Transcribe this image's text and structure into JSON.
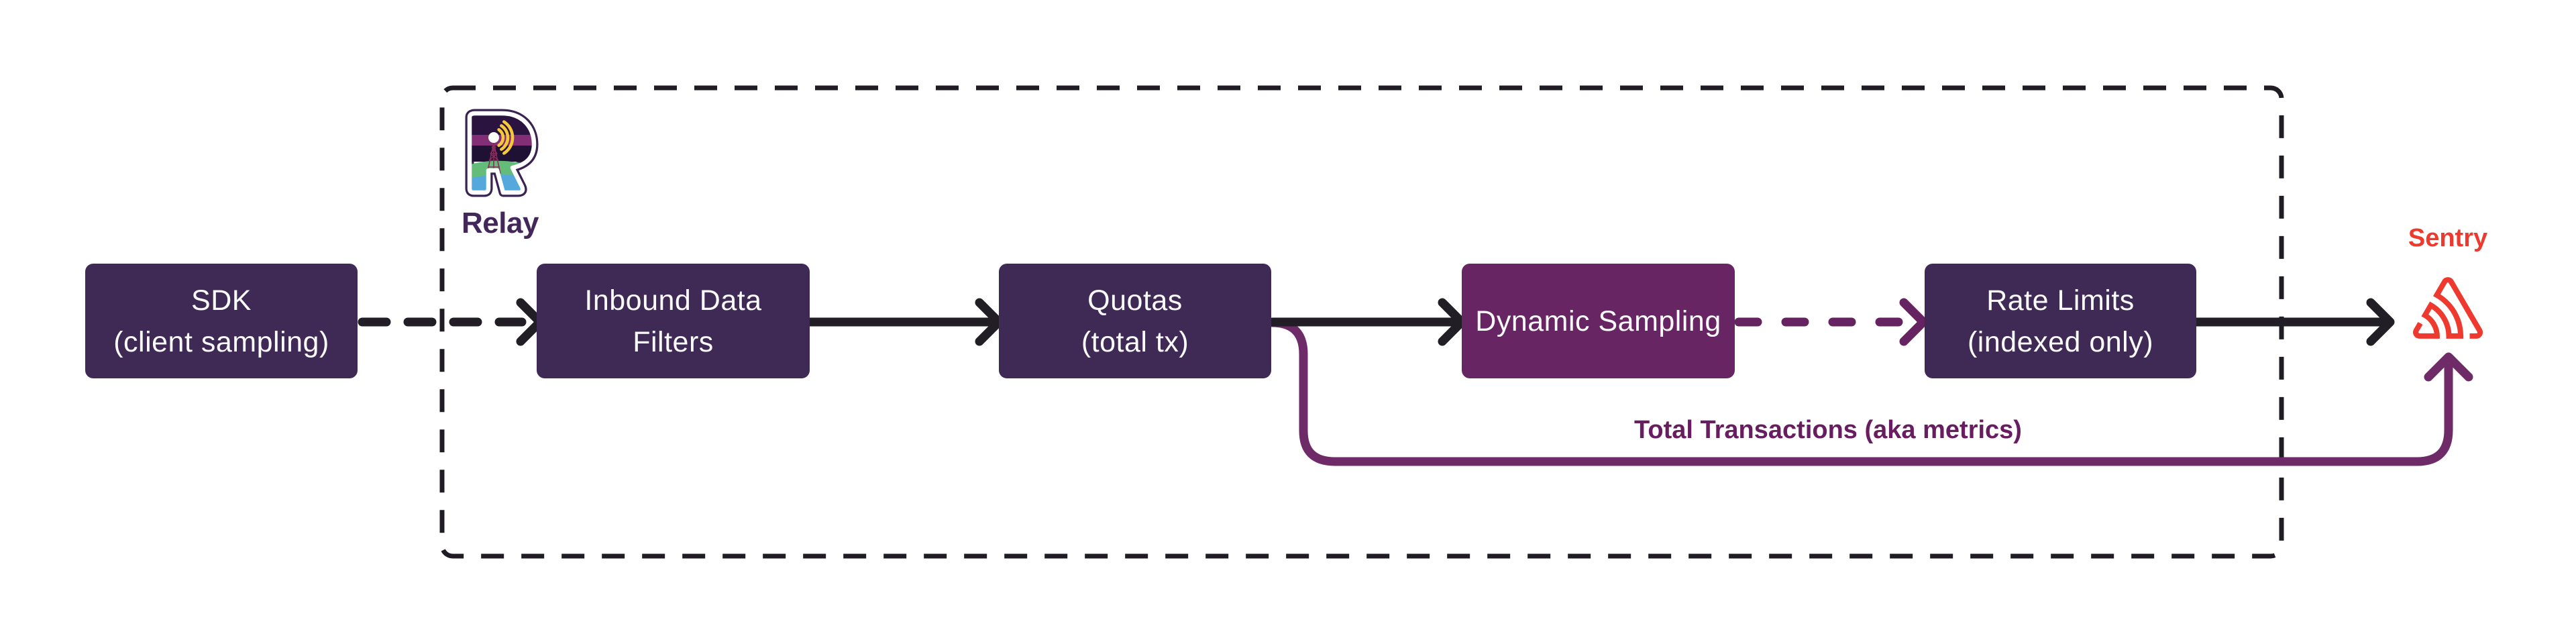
{
  "nodes": {
    "sdk": {
      "line1": "SDK",
      "line2": "(client sampling)"
    },
    "inbound_filters": {
      "line1": "Inbound Data",
      "line2": "Filters"
    },
    "quotas": {
      "line1": "Quotas",
      "line2": "(total tx)"
    },
    "dynamic_sampling": {
      "line1": "Dynamic Sampling"
    },
    "rate_limits": {
      "line1": "Rate Limits",
      "line2": "(indexed only)"
    }
  },
  "labels": {
    "relay": "Relay",
    "sentry": "Sentry",
    "metrics_edge": "Total Transactions (aka metrics)"
  },
  "icons": {
    "relay": "relay-logo",
    "sentry": "sentry-logo"
  },
  "colors": {
    "node_dark_purple": "#3e2a54",
    "node_magenta": "#672564",
    "arrow_black": "#221e26",
    "metrics_line_purple": "#6e2b68",
    "metrics_label_purple": "#671d60",
    "dashed_purple_arrow": "#662361",
    "relay_text_purple": "#43275a",
    "sentry_red": "#ee392e",
    "background": "#ffffff"
  }
}
